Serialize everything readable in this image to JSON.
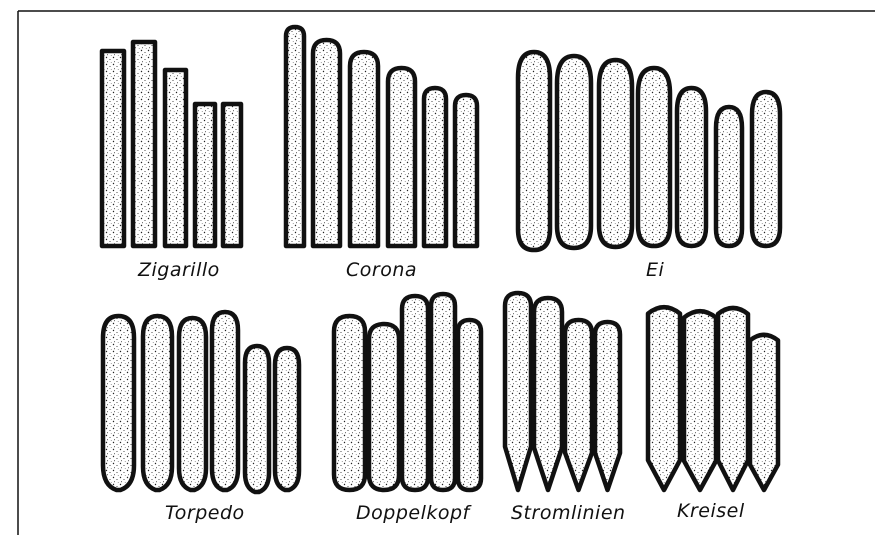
{
  "groups": [
    {
      "id": "zigarillo",
      "label": "Zigarillo",
      "shape": "flat-top",
      "count": 5
    },
    {
      "id": "corona",
      "label": "Corona",
      "shape": "rounded-top",
      "count": 6
    },
    {
      "id": "ei",
      "label": "Ei",
      "shape": "egg",
      "count": 7
    },
    {
      "id": "torpedo",
      "label": "Torpedo",
      "shape": "torpedo",
      "count": 6
    },
    {
      "id": "doppelkopf",
      "label": "Doppelkopf",
      "shape": "double-head",
      "count": 5
    },
    {
      "id": "stromlinien",
      "label": "Stromlinien",
      "shape": "streamline",
      "count": 4
    },
    {
      "id": "kreisel",
      "label": "Kreisel",
      "shape": "spinning-top",
      "count": 4
    }
  ],
  "colors": {
    "ink": "#111111",
    "fill": "#ffffff",
    "stipple": "#222222"
  }
}
